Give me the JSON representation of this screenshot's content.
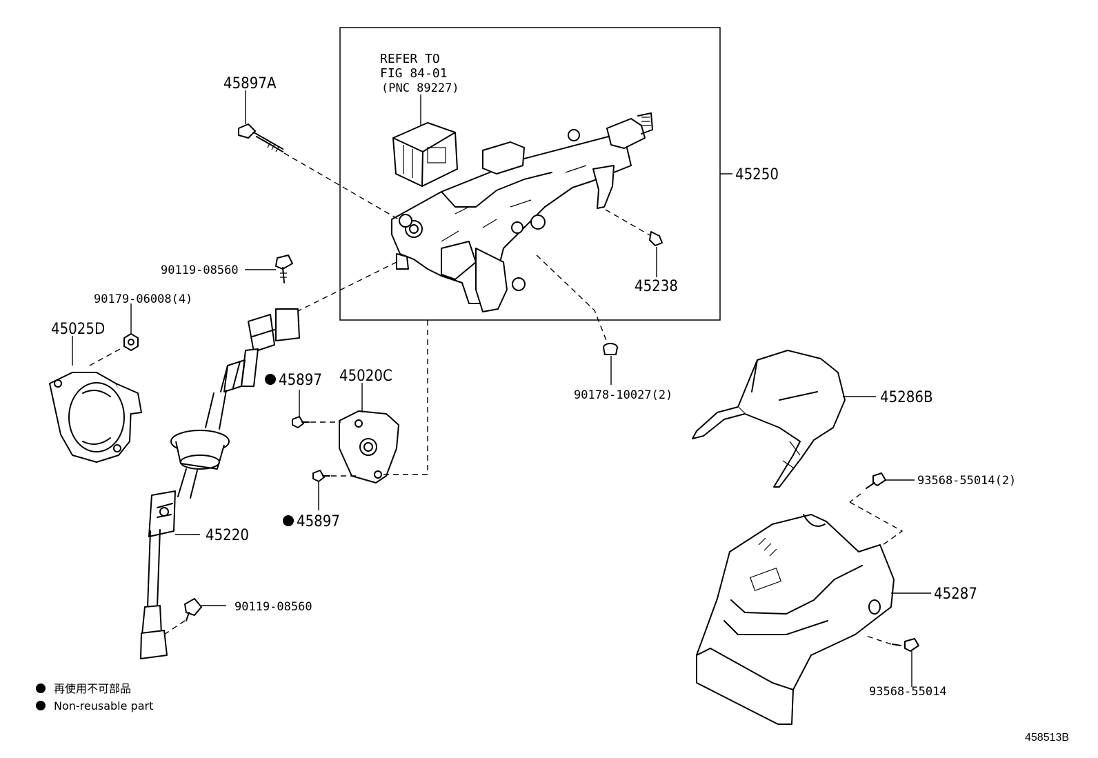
{
  "refer_note": {
    "line1": "REFER TO",
    "line2": "FIG 84-01",
    "line3": "(PNC 89227)"
  },
  "parts": {
    "p45897A": "45897A",
    "p45250": "45250",
    "p45238": "45238",
    "p90119_top": "90119-08560",
    "p90179": "90179-06008(4)",
    "p45025D": "45025D",
    "p45897_upper": "45897",
    "p45020C": "45020C",
    "p90178": "90178-10027(2)",
    "p45286B": "45286B",
    "p93568_2": "93568-55014(2)",
    "p45897_lower": "45897",
    "p45220": "45220",
    "p45287": "45287",
    "p90119_bottom": "90119-08560",
    "p93568": "93568-55014"
  },
  "legend": {
    "japanese": "再使用不可部品",
    "english": "Non-reusable part"
  },
  "diagram_id": "458513B"
}
